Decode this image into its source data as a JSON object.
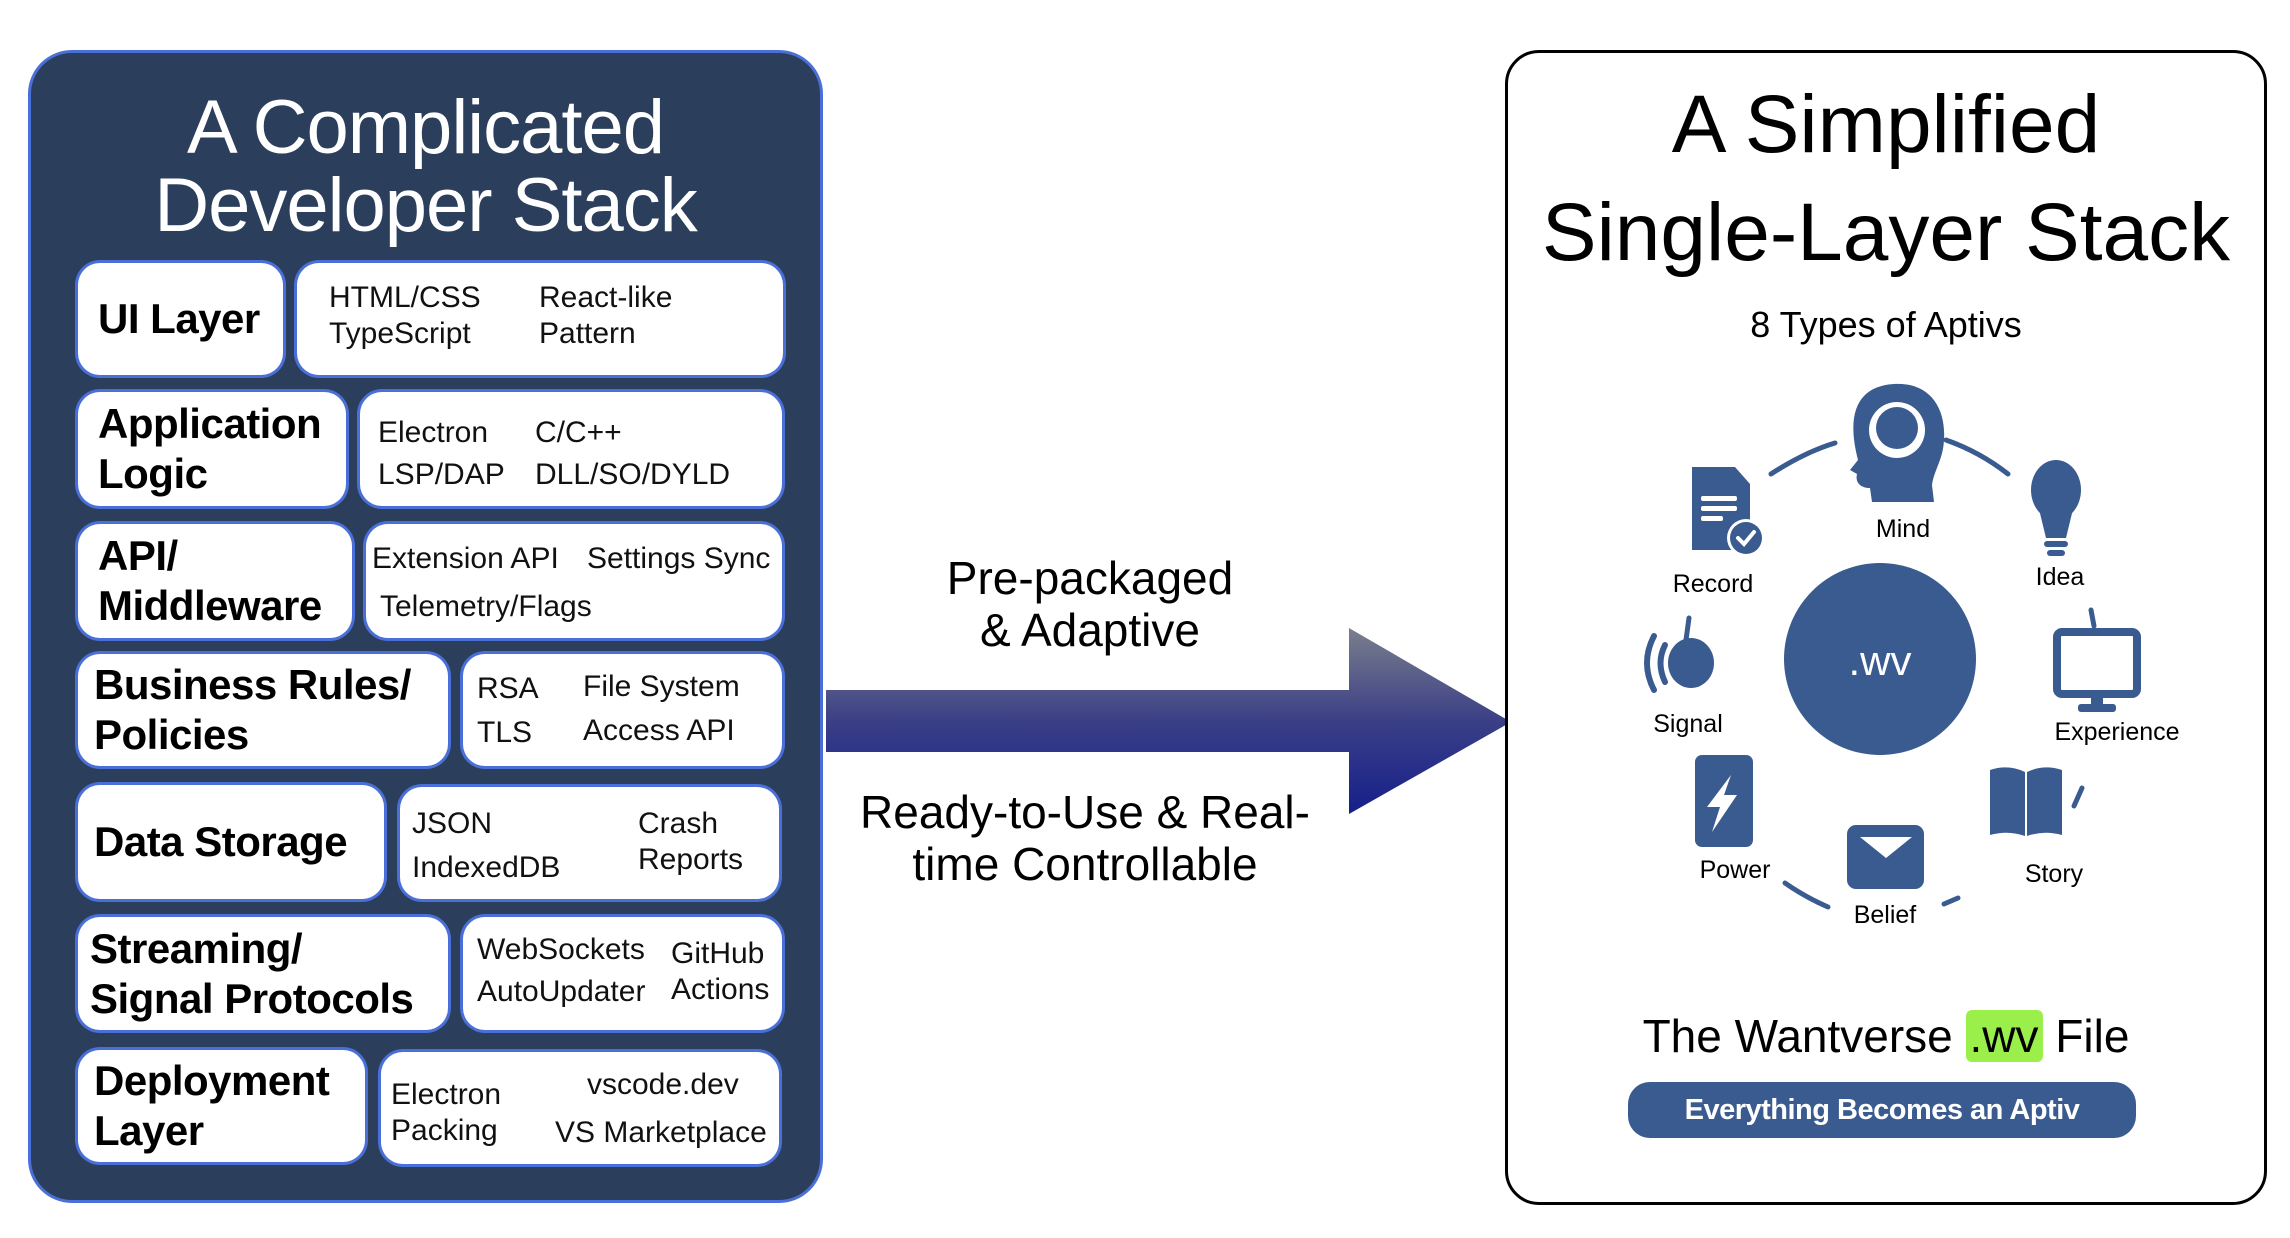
{
  "left_panel": {
    "title_line1": "A Complicated",
    "title_line2": "Developer Stack",
    "colors": {
      "background": "#2b3f5c",
      "border": "#4a6fd8"
    },
    "layers": [
      {
        "label": "UI Layer",
        "items": [
          "HTML/CSS",
          "TypeScript",
          "React-like",
          "Pattern"
        ]
      },
      {
        "label_line1": "Application",
        "label_line2": "Logic",
        "items": [
          "Electron",
          "LSP/DAP",
          "C/C++",
          "DLL/SO/DYLD"
        ]
      },
      {
        "label_line1": "API/",
        "label_line2": "Middleware",
        "items": [
          "Extension API",
          "Settings Sync",
          "Telemetry/Flags"
        ]
      },
      {
        "label_line1": "Business Rules/",
        "label_line2": "Policies",
        "items": [
          "RSA",
          "TLS",
          "File System",
          "Access API"
        ]
      },
      {
        "label": "Data Storage",
        "items": [
          "JSON",
          "IndexedDB",
          "Crash",
          "Reports"
        ]
      },
      {
        "label_line1": "Streaming/",
        "label_line2": "Signal Protocols",
        "items": [
          "WebSockets",
          "AutoUpdater",
          "GitHub",
          "Actions"
        ]
      },
      {
        "label_line1": "Deployment",
        "label_line2": "Layer",
        "items": [
          "Electron",
          "Packing",
          "vscode.dev",
          "VS Marketplace"
        ]
      }
    ]
  },
  "middle": {
    "top_line1": "Pre-packaged",
    "top_line2": "& Adaptive",
    "bottom_line1": "Ready-to-Use & Real-",
    "bottom_line2": "time Controllable",
    "arrow_colors": {
      "top": "#7a7f8c",
      "mid": "#3b3f86",
      "bottom": "#151f8a"
    }
  },
  "right_panel": {
    "title_line1": "A Simplified",
    "title_line2": "Single-Layer Stack",
    "subtitle": "8 Types of Aptivs",
    "center_label": ".wv",
    "icon_color": "#3a5b8f",
    "aptivs": [
      {
        "name": "Mind",
        "icon": "head-brain-icon"
      },
      {
        "name": "Idea",
        "icon": "lightbulb-icon"
      },
      {
        "name": "Experience",
        "icon": "monitor-icon"
      },
      {
        "name": "Story",
        "icon": "open-book-icon"
      },
      {
        "name": "Belief",
        "icon": "envelope-icon"
      },
      {
        "name": "Power",
        "icon": "lightning-icon"
      },
      {
        "name": "Signal",
        "icon": "broadcast-icon"
      },
      {
        "name": "Record",
        "icon": "document-check-icon"
      }
    ],
    "file_caption_prefix": "The Wantverse ",
    "file_caption_highlight": ".wv",
    "file_caption_suffix": " File",
    "highlight_color": "#9bef4a",
    "pill_label": "Everything Becomes an Aptiv"
  }
}
